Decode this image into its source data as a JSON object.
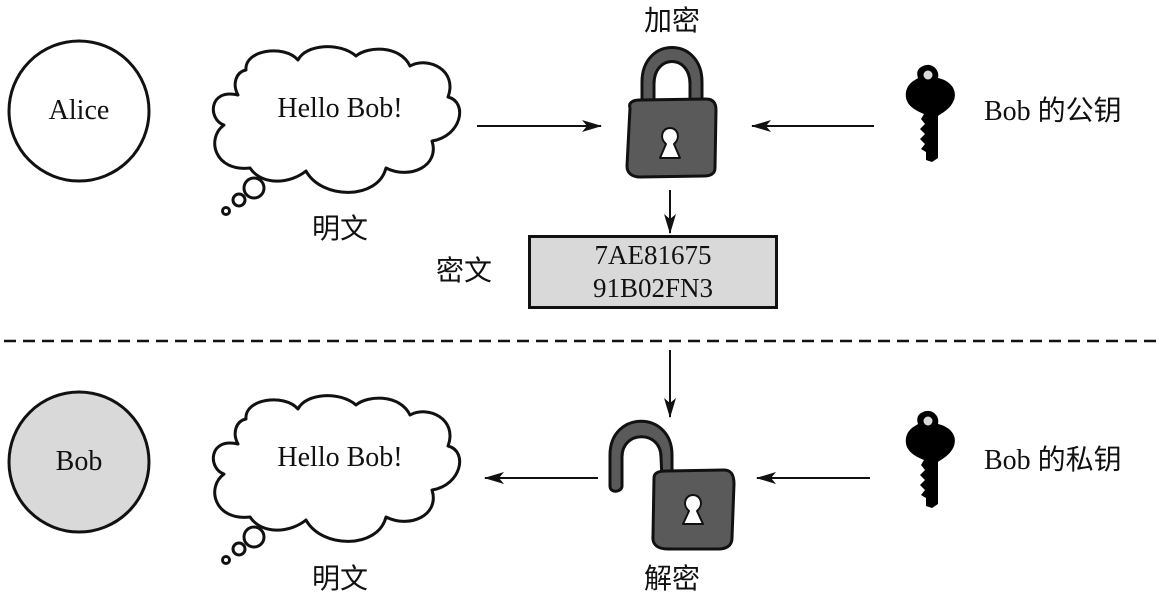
{
  "top": {
    "sender": "Alice",
    "plaintext_bubble": "Hello Bob!",
    "plaintext_label": "明文",
    "encrypt_label": "加密",
    "key_label": "Bob 的公钥",
    "ciphertext_label": "密文",
    "ciphertext_lines": [
      "7AE81675",
      "91B02FN3"
    ]
  },
  "bottom": {
    "receiver": "Bob",
    "plaintext_bubble": "Hello Bob!",
    "plaintext_label": "明文",
    "decrypt_label": "解密",
    "key_label": "Bob 的私钥"
  },
  "colors": {
    "stroke": "#111111",
    "lock_fill": "#5a5a5a",
    "bob_fill": "#d9d9d9",
    "cipher_fill": "#d9d9d9"
  }
}
